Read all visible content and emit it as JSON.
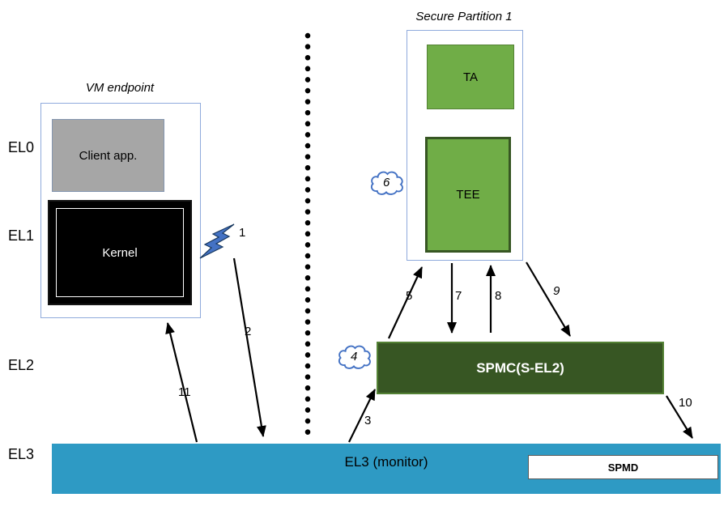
{
  "levels": {
    "el0": "EL0",
    "el1": "EL1",
    "el2": "EL2",
    "el3": "EL3"
  },
  "vm": {
    "title": "VM endpoint",
    "client_app": "Client app.",
    "kernel": "Kernel"
  },
  "sp": {
    "title": "Secure Partition 1",
    "ta": "TA",
    "tee": "TEE"
  },
  "spmc": {
    "label": "SPMC(S-EL2)"
  },
  "monitor": {
    "label": "EL3 (monitor)",
    "spmd": "SPMD"
  },
  "arrow_labels": {
    "a1": "1",
    "a2": "2",
    "a3": "3",
    "a4": "4",
    "a5": "5",
    "a6": "6",
    "a7": "7",
    "a8": "8",
    "a9": "9",
    "a10": "10",
    "a11": "11"
  },
  "icons": {
    "bolt": "lightning-bolt",
    "cloud4": "thought-cloud",
    "cloud6": "thought-cloud"
  },
  "colors": {
    "green": "#70ad47",
    "green_border": "#548235",
    "green_dark": "#375623",
    "gray": "#a6a6a6",
    "blue_bar": "#2e9ac4",
    "cloud_blue": "#4472c4",
    "bolt_blue": "#4472c4",
    "frame_border": "#8faadc",
    "black": "#000000"
  }
}
